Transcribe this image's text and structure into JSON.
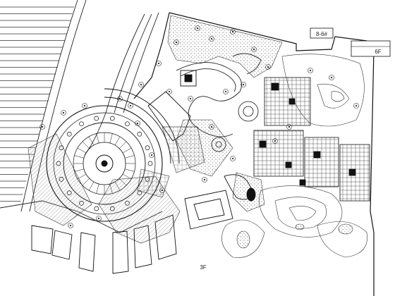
{
  "drawing": {
    "type": "landscape site plan",
    "line_color": "#1a1a1a",
    "hatch_color": "#444444"
  },
  "labels": {
    "block_a": "8-6#",
    "block_b": "6F",
    "block_c": "3F"
  }
}
